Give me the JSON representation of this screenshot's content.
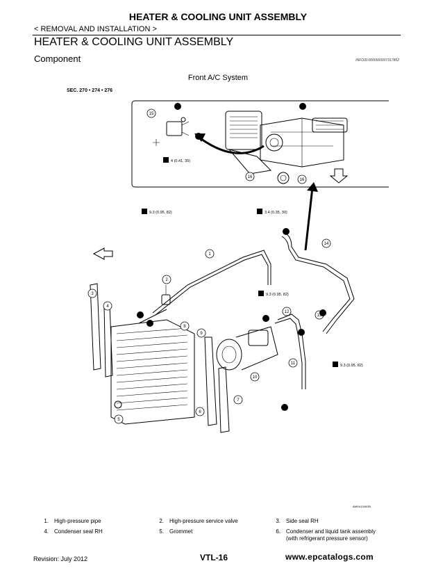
{
  "header": {
    "page_title": "HEATER & COOLING UNIT ASSEMBLY",
    "breadcrumb": "< REMOVAL AND INSTALLATION >",
    "section_title": "HEATER & COOLING UNIT ASSEMBLY",
    "subsection": "Component",
    "info_id": "INFOID:0000000007317852"
  },
  "diagram": {
    "system_label": "Front A/C System",
    "sec_label": "SEC. 270 • 274 • 276",
    "figure_code": "AWIIA1340GB",
    "torques": [
      {
        "id": "t1",
        "value": "4 (0.41, 35)"
      },
      {
        "id": "t2",
        "value": "9.3 (0.95, 82)"
      },
      {
        "id": "t3",
        "value": "3.4 (0.35, 30)"
      },
      {
        "id": "t4",
        "value": "9.3 (0.95, 82)"
      },
      {
        "id": "t5",
        "value": "9.3 (0.95, 82)"
      }
    ],
    "callouts": [
      "1",
      "2",
      "3",
      "4",
      "5",
      "6",
      "7",
      "8",
      "9",
      "10",
      "11",
      "12",
      "13",
      "14",
      "15",
      "16",
      "16"
    ]
  },
  "legend": [
    {
      "num": "1.",
      "text": "High-pressure pipe"
    },
    {
      "num": "2.",
      "text": "High-pressure service valve"
    },
    {
      "num": "3.",
      "text": "Side seal RH"
    },
    {
      "num": "4.",
      "text": "Condenser seal RH"
    },
    {
      "num": "5.",
      "text": "Grommet"
    },
    {
      "num": "6.",
      "text": "Condenser and liquid tank assembly"
    },
    {
      "num": "",
      "text": "(with refrigerant pressure sensor)"
    }
  ],
  "footer": {
    "revision": "Revision: July 2012",
    "page_number": "VTL-16",
    "watermark": "www.epcatalogs.com"
  }
}
